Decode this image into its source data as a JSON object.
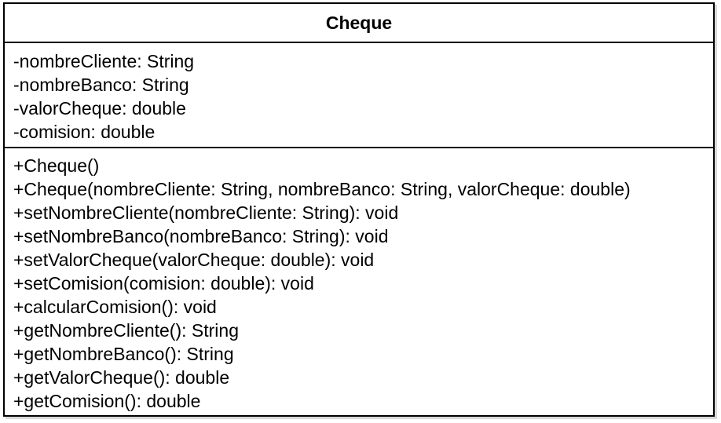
{
  "class": {
    "name": "Cheque",
    "attributes": [
      "-nombreCliente: String",
      "-nombreBanco: String",
      "-valorCheque: double",
      "-comision: double"
    ],
    "methods": [
      "+Cheque()",
      "+Cheque(nombreCliente: String, nombreBanco: String, valorCheque: double)",
      "+setNombreCliente(nombreCliente: String): void",
      "+setNombreBanco(nombreBanco: String): void",
      "+setValorCheque(valorCheque: double): void",
      "+setComision(comision: double): void",
      "+calcularComision(): void",
      "+getNombreCliente(): String",
      "+getNombreBanco(): String",
      "+getValorCheque(): double",
      "+getComision(): double"
    ]
  }
}
